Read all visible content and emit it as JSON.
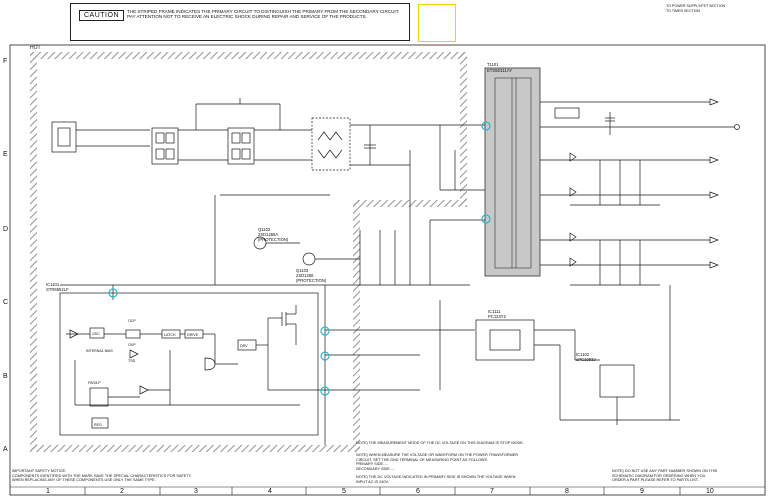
{
  "caution": {
    "label": "CAUTION",
    "line1": "THE STRIPED FRAME INDICATES THE PRIMARY CIRCUIT TO DISTINGUISH THE PRIMARY FROM THE SECONDARY CIRCUIT.",
    "line2": "PAY ATTENTION NOT TO RECEIVE AN ELECTRIC SHOCK DURING REPAIR AND SERVICE OF THE PRODUCTS."
  },
  "legend": {
    "item1": "TO POWER SUPPLY/FET SECTION",
    "item2": "TO TIMER SECTION"
  },
  "frame_label": "HOT",
  "grid": {
    "rows": [
      "F",
      "E",
      "D",
      "C",
      "B",
      "A"
    ],
    "cols": [
      "1",
      "2",
      "3",
      "4",
      "5",
      "6",
      "7",
      "8",
      "9",
      "10"
    ]
  },
  "components": {
    "q1102": {
      "ref": "Q1102",
      "part": "2SD1266A",
      "note": "(PROTECTION)"
    },
    "q1103": {
      "ref": "Q1103",
      "part": "2SD1266",
      "note": "(PROTECTION)"
    },
    "ic1101": {
      "ref": "IC1101",
      "part": "STR6552LF"
    },
    "ic1111": {
      "ref": "IC1111",
      "part": "PC123Y2"
    },
    "ic1102": {
      "ref": "IC1102",
      "part": "uPC1093J"
    },
    "t1101": {
      "ref": "T1101",
      "part": "ETS5D111AY"
    }
  },
  "ic_blocks": {
    "ocp": "OCP",
    "osc": "OSC",
    "latch": "LATCH",
    "drive": "DRIVE",
    "ovp": "OVP",
    "tsd": "TSD",
    "reg": "REG",
    "internal_bias": "INTERNAL BIAS",
    "drv": "DRV",
    "fbreg": "FB/OLP"
  },
  "notes": {
    "measure": "NOTE) THE MEASUREMENT MODE OF THE DC VOLTAGE ON THIS DIAGRAM IS STOP MODE.",
    "measure2": "NOTE) WHEN MEASURE THE VOLTAGE OR WAVEFORM ON THE POWER TRANSFORMER\nCIRCUIT, SET THE GND TERMINAL OF MEASURING POINT AS FOLLOWS.\nPRIMARY SIDE.....\nSECONDARY SIDE.....",
    "measure3": "NOTE) THE DC VOLTAGE INDICATED IN PRIMARY SIDE IS SHOWN THE VOLTAGE WHEN\nINPUT AC IS 240V.",
    "safety": "IMPORTANT SAFETY NOTICE:\nCOMPONENTS IDENTIFIED WITH THE MARK   HAVE THE SPECIAL CHARACTERISTICS FOR SAFETY.\nWHEN REPLACING ANY OF THESE COMPONENTS USE ONLY THE SAME TYPE.",
    "parts": "NOTE) DO NOT USE ANY PART NUMBER SHOWN ON THIS\nSCHEMATIC DIAGRAM FOR ORDERING WHEN YOU\nORDER A PART PLEASE REFER TO PARTS LIST."
  },
  "colors": {
    "line": "#1a1a1a",
    "frame_hatch": "#9a9a9a",
    "transformer_fill": "#c8c8c8",
    "highlight_box": "#e8d800",
    "test_point": "#28b8c8"
  }
}
